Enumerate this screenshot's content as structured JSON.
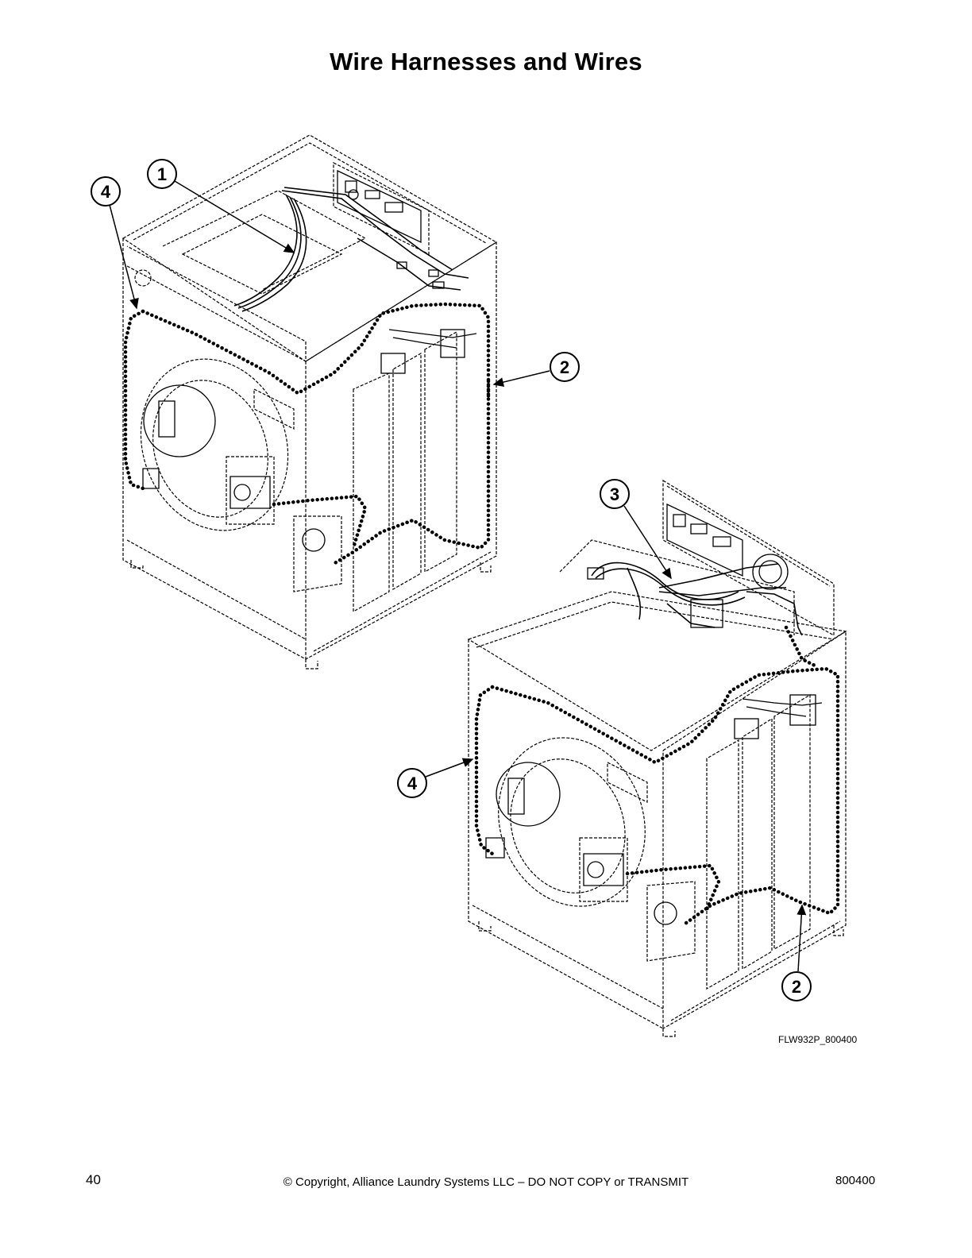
{
  "title": "Wire Harnesses and Wires",
  "callouts": {
    "c1": "1",
    "c2_top": "2",
    "c3": "3",
    "c4_top": "4",
    "c4_bottom": "4",
    "c2_bottom": "2"
  },
  "drawing_id": "FLW932P_800400",
  "footer": {
    "page_number": "40",
    "copyright": "© Copyright, Alliance Laundry Systems LLC – DO NOT COPY or TRANSMIT",
    "doc_number": "800400"
  }
}
